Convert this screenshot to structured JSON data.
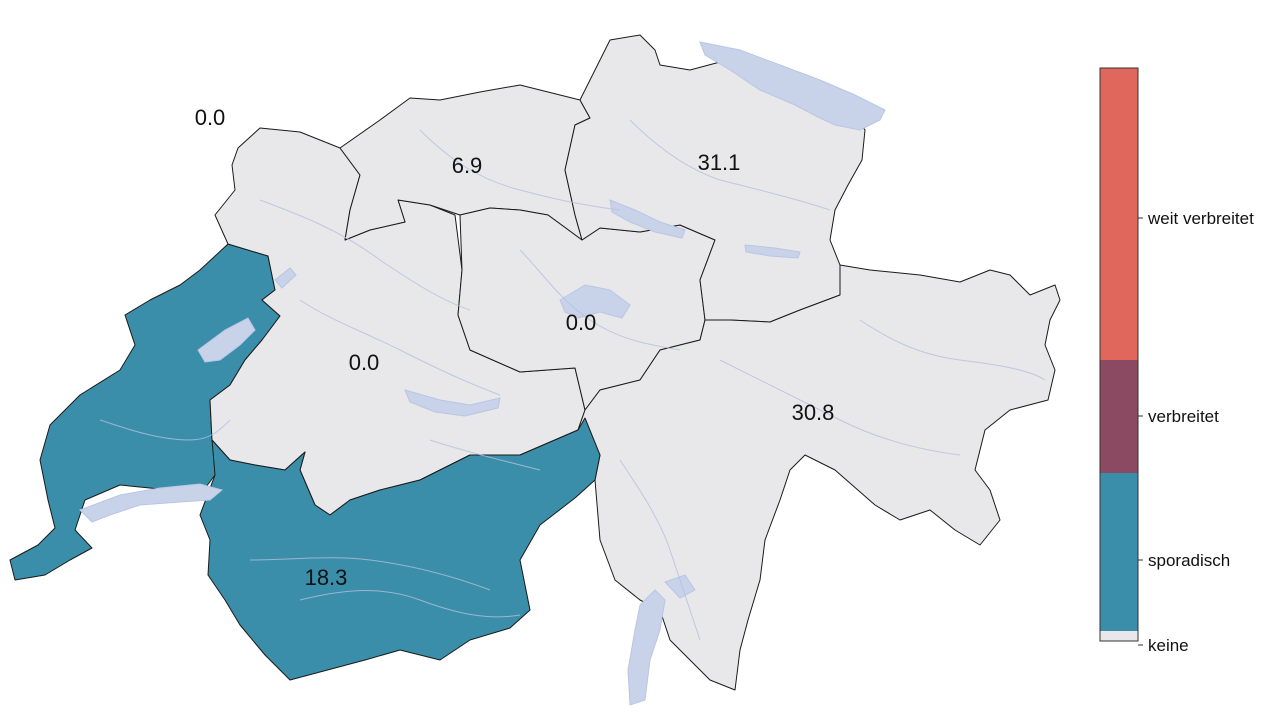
{
  "colors": {
    "keine": "#e8e8ea",
    "sporadisch": "#3a8ea9",
    "verbreitet": "#8b4a62",
    "weit_verbreitet": "#e0675c",
    "water": "#c8d3ea",
    "border": "#1a1a1a"
  },
  "regions": [
    {
      "id": "region-1",
      "value": "0.0",
      "level": "sporadisch"
    },
    {
      "id": "region-2",
      "value": "0.0",
      "level": "keine"
    },
    {
      "id": "region-3",
      "value": "6.9",
      "level": "keine"
    },
    {
      "id": "region-4",
      "value": "0.0",
      "level": "keine"
    },
    {
      "id": "region-5",
      "value": "31.1",
      "level": "keine"
    },
    {
      "id": "region-6",
      "value": "30.8",
      "level": "keine"
    },
    {
      "id": "region-7",
      "value": "18.3",
      "level": "sporadisch"
    }
  ],
  "legend": {
    "categories": [
      {
        "label": "weit verbreitet",
        "color": "#e0675c"
      },
      {
        "label": "verbreitet",
        "color": "#8b4a62"
      },
      {
        "label": "sporadisch",
        "color": "#3a8ea9"
      },
      {
        "label": "keine",
        "color": "#e8e8ea"
      }
    ]
  }
}
